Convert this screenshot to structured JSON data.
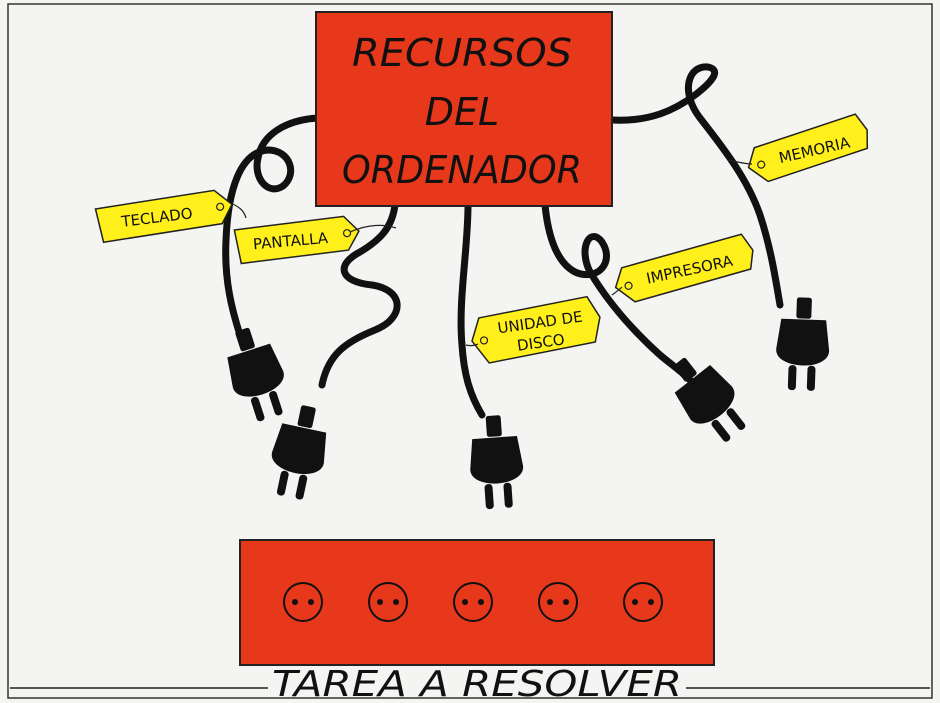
{
  "title_box": {
    "lines": [
      "RECURSOS",
      "DEL",
      "ORDENADOR"
    ]
  },
  "tags": {
    "teclado": "TECLADO",
    "pantalla": "PANTALLA",
    "unidad_line1": "UNIDAD DE",
    "unidad_line2": "DISCO",
    "impresora": "IMPRESORA",
    "memoria": "MEMORIA"
  },
  "bottom_label": "TAREA A RESOLVER",
  "socket_count": 5,
  "colors": {
    "box_red": "#e8381c",
    "tag_yellow": "#ffef1a",
    "cable": "#111111",
    "background": "#f4f4f2"
  }
}
